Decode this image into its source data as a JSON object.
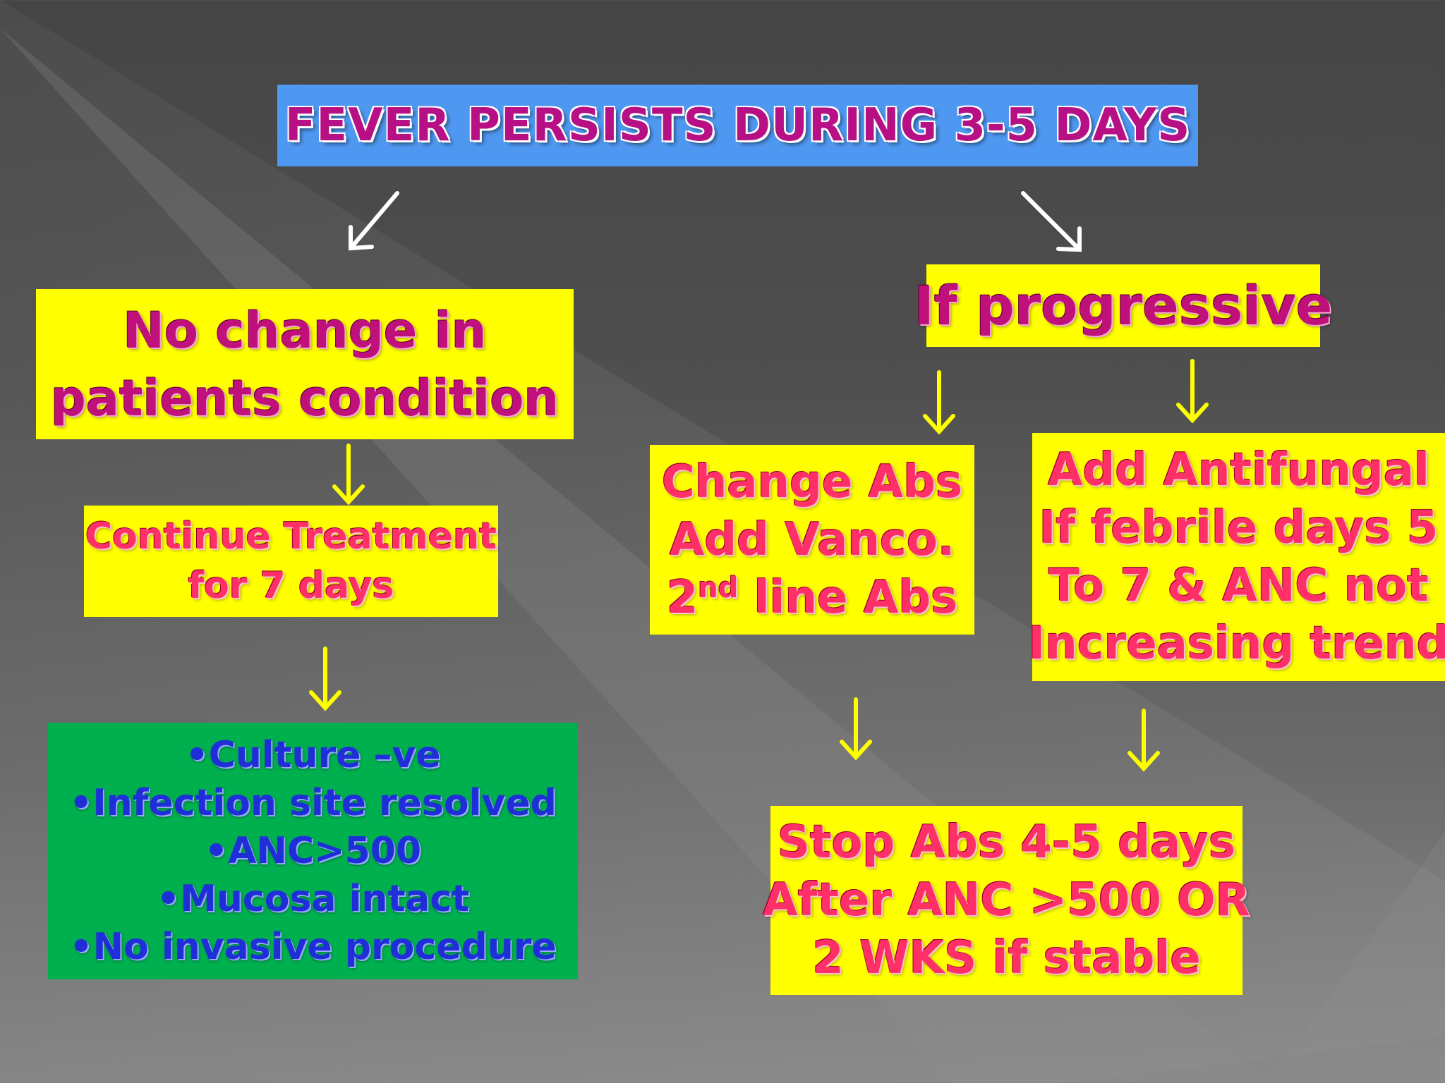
{
  "colors": {
    "title_box": "#4f98f1",
    "yellow_box": "#ffff00",
    "green_box": "#00b04f",
    "arrow_white": "#ffffff",
    "arrow_yellow": "#ffff00",
    "text_magenta": "#c0107a",
    "text_red": "#ff2f68",
    "text_blue": "#1f2fd8"
  },
  "title": "FEVER PERSISTS DURING 3-5 DAYS",
  "left_branch": {
    "no_change": [
      "No change in",
      "patients condition"
    ],
    "continue_treatment": [
      "Continue Treatment",
      "for 7 days"
    ],
    "criteria": [
      "•Culture –ve",
      "•Infection site resolved",
      "•ANC>500",
      "•Mucosa intact",
      "•No invasive procedure"
    ]
  },
  "right_branch": {
    "progressive": "If progressive",
    "change_abs": {
      "line1": "Change Abs",
      "line2": "Add Vanco.",
      "line3_prefix": "2",
      "line3_sup": "nd",
      "line3_suffix": " line Abs"
    },
    "antifungal": [
      "Add Antifungal",
      "If febrile days 5",
      "To 7 & ANC not",
      "Increasing trend"
    ],
    "stop_abs": [
      "Stop Abs 4-5 days",
      "After ANC >500 OR",
      "2 WKS if stable"
    ]
  },
  "icons": {
    "white_arrows": [
      "arrow-down-left-icon",
      "arrow-down-right-icon"
    ],
    "yellow_arrows": "arrow-down-icon"
  }
}
